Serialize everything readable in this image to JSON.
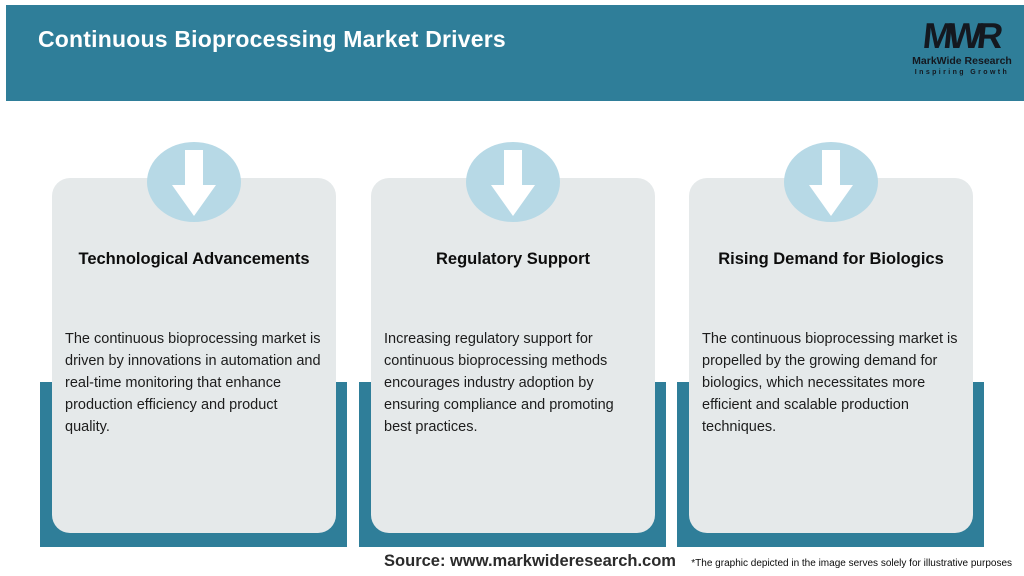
{
  "header": {
    "title": "Continuous Bioprocessing Market Drivers",
    "logo": {
      "monogram": "MWR",
      "name": "MarkWide Research",
      "tagline": "Inspiring Growth"
    }
  },
  "cards": [
    {
      "icon": "down-arrow-icon",
      "title": "Technological Advancements",
      "description": "The continuous bioprocessing market is driven by innovations in automation and real-time monitoring that enhance production efficiency and product quality."
    },
    {
      "icon": "down-arrow-icon",
      "title": "Regulatory Support",
      "description": "Increasing regulatory support for continuous bioprocessing methods encourages industry adoption by ensuring compliance and promoting best practices."
    },
    {
      "icon": "down-arrow-icon",
      "title": "Rising Demand for Biologics",
      "description": "The continuous bioprocessing market is propelled by the growing demand for biologics, which necessitates more efficient and scalable production techniques."
    }
  ],
  "footer": {
    "source": "Source: www.markwideresearch.com",
    "disclaimer": "*The graphic depicted in the image serves solely for illustrative purposes"
  },
  "colors": {
    "teal": "#2f7e99",
    "card_background": "#e5e9ea",
    "icon_circle": "#b7d9e6",
    "arrow": "#ffffff",
    "title_text": "#ffffff",
    "heading_text": "#0d0d0d",
    "body_text": "#1c1c1c",
    "logo_text": "#14181f"
  }
}
